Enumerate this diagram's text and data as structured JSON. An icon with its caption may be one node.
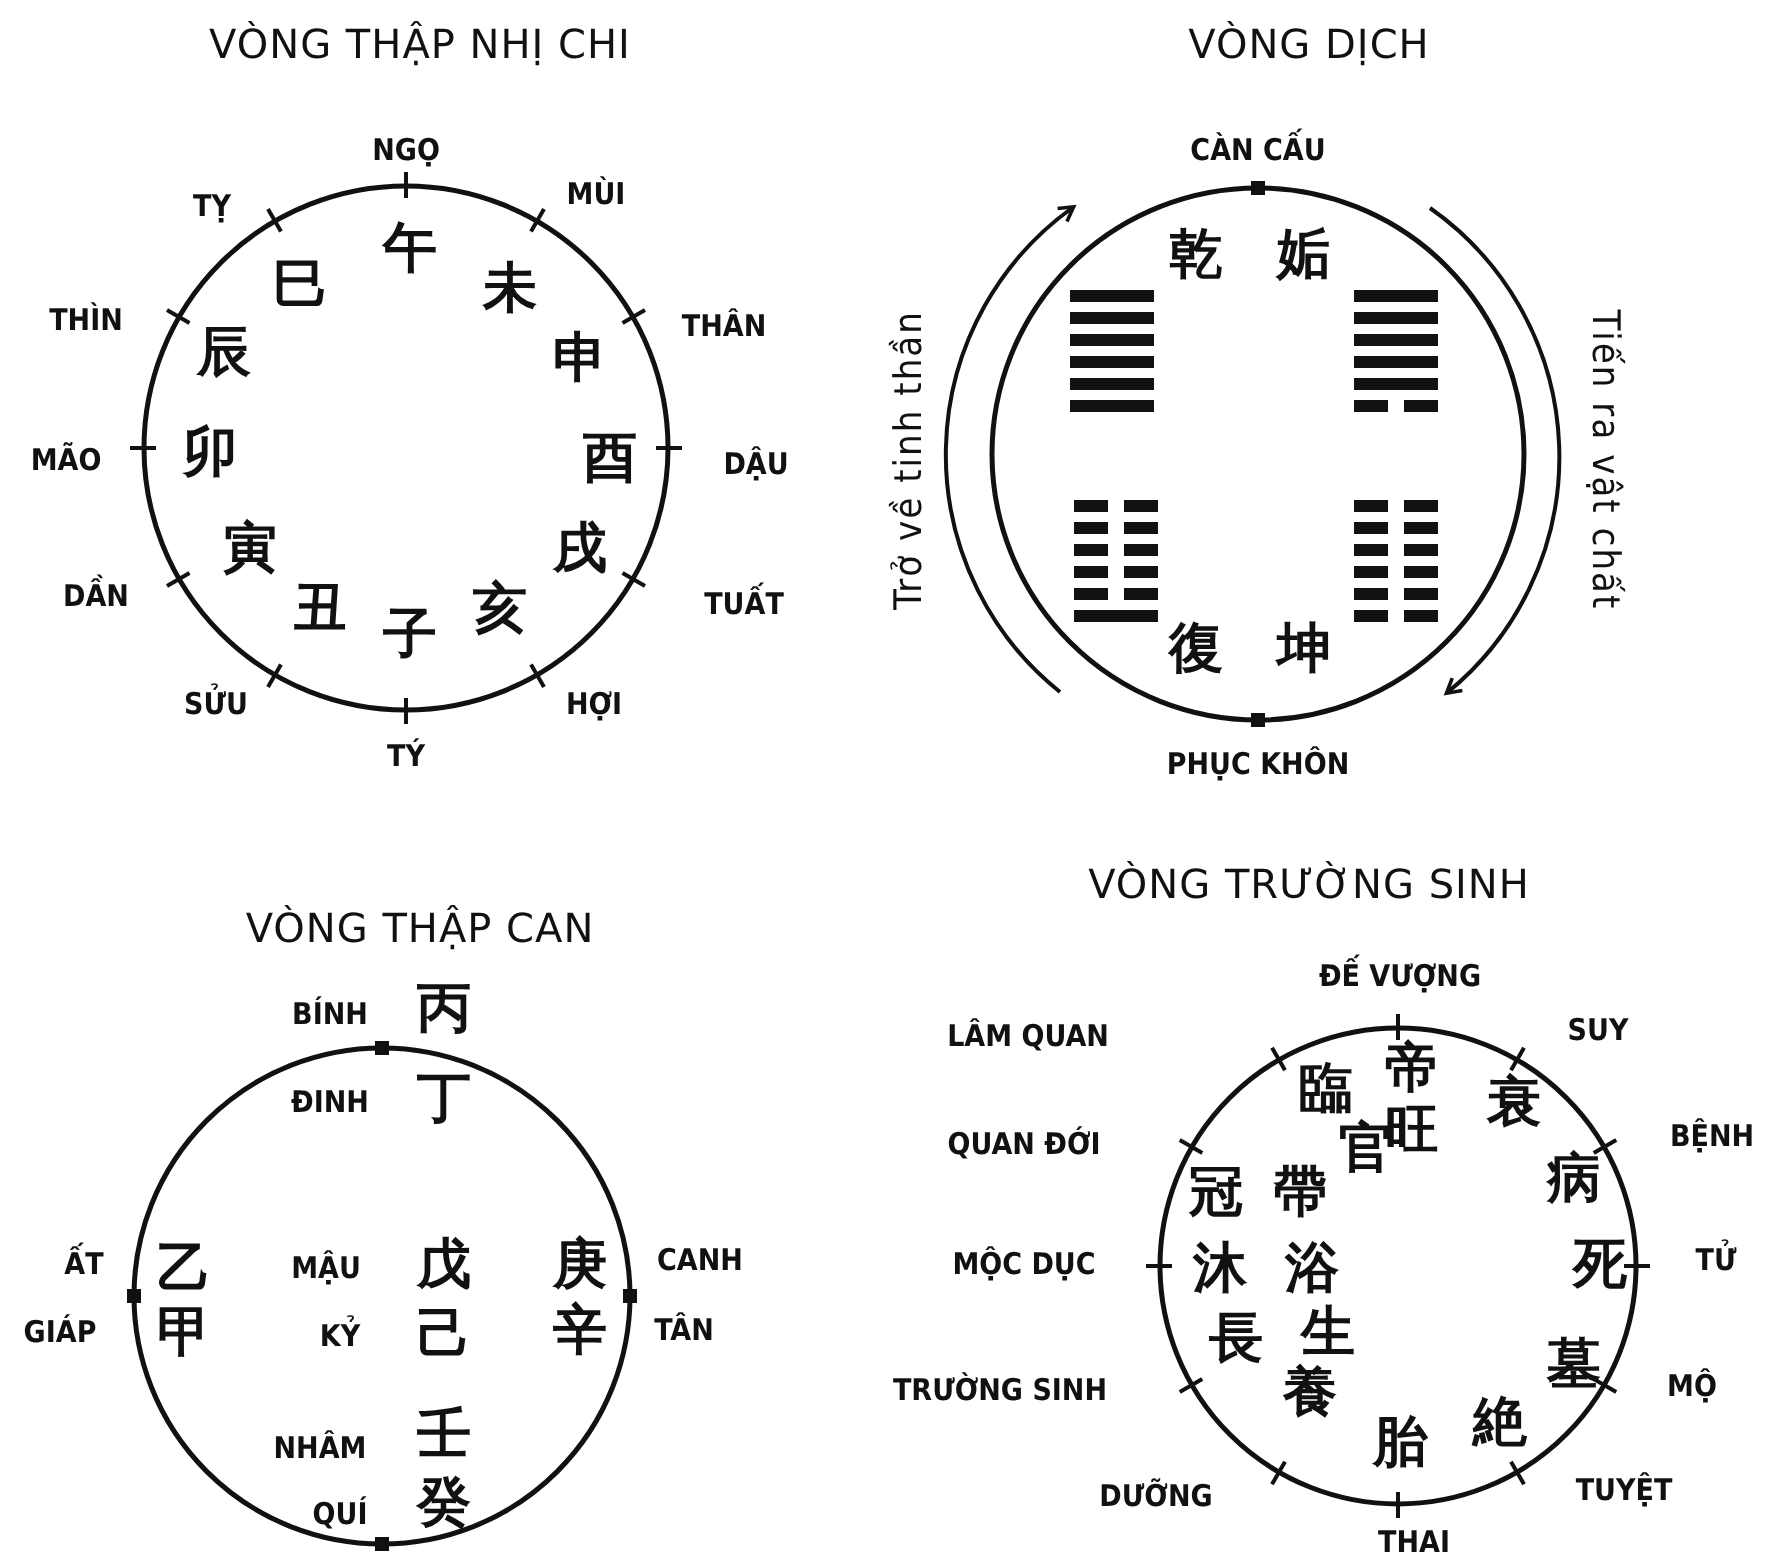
{
  "diagram": {
    "nodes": [
      {
        "text": [
          "VÒNG THẬP NHỊ CHI"
        ]
      },
      {
        "text": [
          "VÒNG DỊCH"
        ]
      },
      {
        "text": [
          "VÒNG THẬP CAN"
        ]
      },
      {
        "text": [
          "VÒNG TRƯỜNG SINH"
        ]
      }
    ],
    "labels": [
      "NGỌ",
      "MÙI",
      "THÂN",
      "DẬU",
      "TUẤT",
      "HỢI",
      "TÝ",
      "SỬU",
      "DẦN",
      "MÃO",
      "THÌN",
      "TỴ",
      "午",
      "未",
      "申",
      "酉",
      "戌",
      "亥",
      "子",
      "丑",
      "寅",
      "卯",
      "辰",
      "巳",
      "CÀN CẤU",
      "乾",
      "姤",
      "復",
      "坤",
      "PHỤC KHÔN",
      "Trở về tinh thần",
      "Tiến ra vật chất",
      "BÍNH",
      "丙",
      "ĐINH",
      "丁",
      "ẤT",
      "GIÁP",
      "乙",
      "甲",
      "MẬU",
      "戊",
      "KỶ",
      "己",
      "庚",
      "辛",
      "CANH",
      "TÂN",
      "NHÂM",
      "壬",
      "QUÍ",
      "癸",
      "ĐẾ VƯỢNG",
      "SUY",
      "BỆNH",
      "TỬ",
      "MỘ",
      "TUYỆT",
      "THAI",
      "DƯỠNG",
      "TRƯỜNG SINH",
      "MỘC DỤC",
      "QUAN ĐỚI",
      "LÂM QUAN",
      "帝",
      "旺",
      "衰",
      "病",
      "死",
      "墓",
      "胎",
      "絶",
      "養",
      "長",
      "生",
      "沐",
      "浴",
      "冠",
      "帶",
      "臨",
      "官"
    ]
  }
}
